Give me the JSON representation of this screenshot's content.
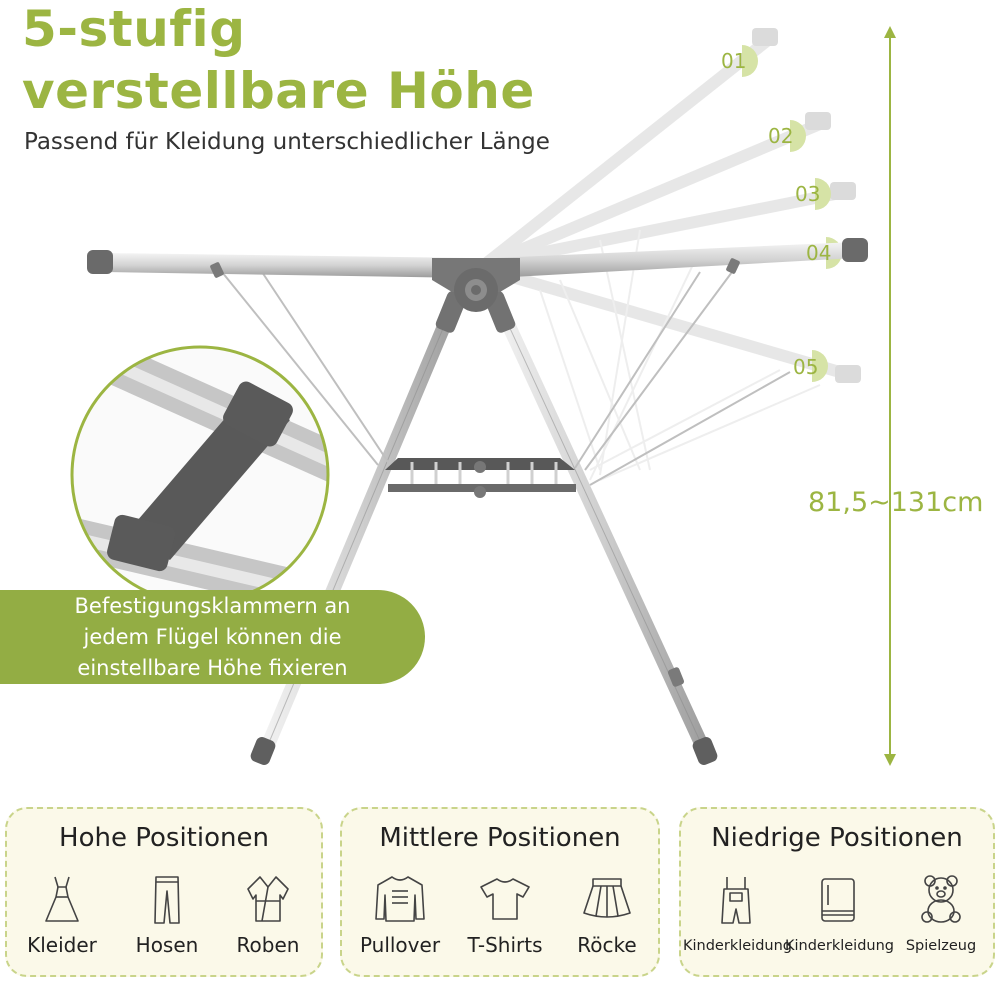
{
  "header": {
    "title_line1": "5-stufig",
    "title_line2": "verstellbare Höhe",
    "subtitle": "Passend für Kleidung unterschiedlicher Länge"
  },
  "positions": [
    {
      "label": "01"
    },
    {
      "label": "02"
    },
    {
      "label": "03"
    },
    {
      "label": "04"
    },
    {
      "label": "05"
    }
  ],
  "height_range": "81,5~131cm",
  "callout": {
    "line1": "Befestigungsklammern an",
    "line2": "jedem Flügel können die",
    "line3": "einstellbare Höhe fixieren"
  },
  "panels": [
    {
      "title": "Hohe Positionen",
      "items": [
        {
          "label": "Kleider",
          "icon": "dress-icon"
        },
        {
          "label": "Hosen",
          "icon": "trousers-icon"
        },
        {
          "label": "Roben",
          "icon": "robe-icon"
        }
      ]
    },
    {
      "title": "Mittlere Positionen",
      "items": [
        {
          "label": "Pullover",
          "icon": "sweater-icon"
        },
        {
          "label": "T-Shirts",
          "icon": "tshirt-icon"
        },
        {
          "label": "Röcke",
          "icon": "skirt-icon"
        }
      ]
    },
    {
      "title": "Niedrige Positionen",
      "items": [
        {
          "label": "Kinderkleidung",
          "icon": "overalls-icon"
        },
        {
          "label": "Kinderkleidung",
          "icon": "towel-icon"
        },
        {
          "label": "Spielzeug",
          "icon": "teddy-bear-icon"
        }
      ]
    }
  ],
  "colors": {
    "accent": "#9cb542",
    "callout_bg": "#93ad44",
    "frame_grey": "#6b6b6b",
    "panel_bg": "#fbf9e9",
    "panel_border": "#c9d48a"
  }
}
